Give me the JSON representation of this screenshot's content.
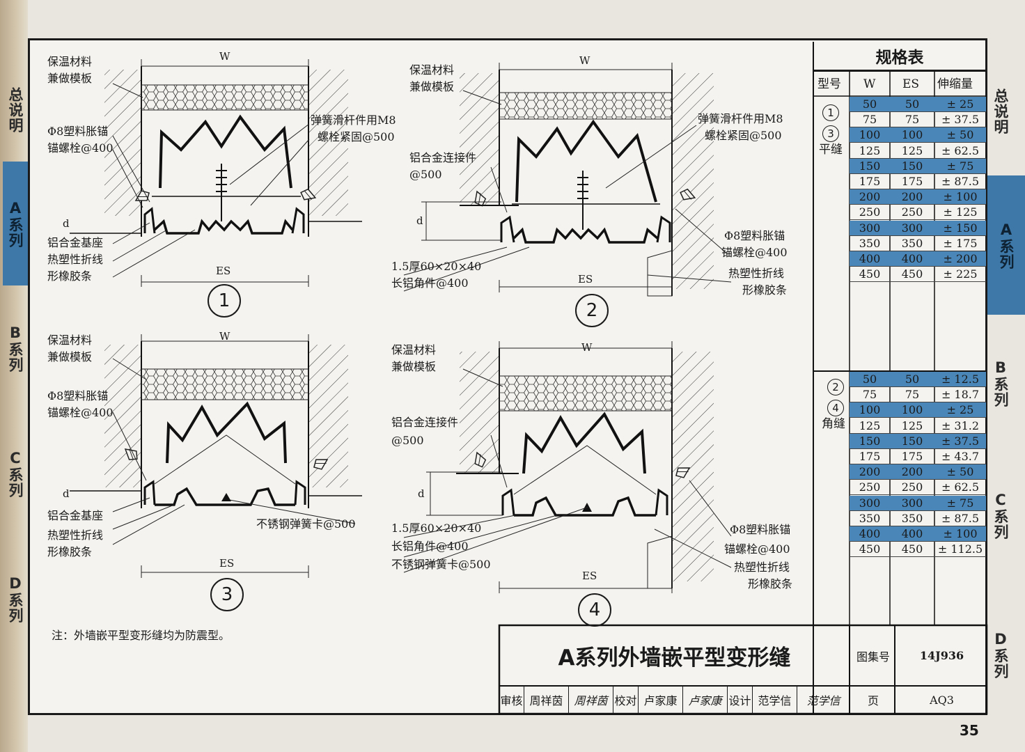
{
  "side_tabs_left": [
    "总说明",
    "A系列",
    "B系列",
    "C系列",
    "D系列"
  ],
  "side_tabs_right": [
    "总说明",
    "A系列",
    "B系列",
    "C系列",
    "D系列"
  ],
  "details": {
    "d1": {
      "num": "1",
      "w": "W",
      "es": "ES",
      "d": "d",
      "labels": [
        "保温材料",
        "兼做模板",
        "Φ8塑料胀锚",
        "锚螺栓@400",
        "铝合金基座",
        "热塑性折线",
        "形橡胶条",
        "弹簧滑杆件用M8",
        "螺栓紧固@500"
      ]
    },
    "d2": {
      "num": "2",
      "w": "W",
      "es": "ES",
      "d": "d",
      "labels": [
        "保温材料",
        "兼做模板",
        "铝合金连接件",
        "@500",
        "1.5厚60×20×40",
        "长铝角件@400",
        "弹簧滑杆件用M8",
        "螺栓紧固@500",
        "Φ8塑料胀锚",
        "锚螺栓@400",
        "热塑性折线",
        "形橡胶条"
      ]
    },
    "d3": {
      "num": "3",
      "w": "W",
      "es": "ES",
      "d": "d",
      "labels": [
        "保温材料",
        "兼做模板",
        "Φ8塑料胀锚",
        "锚螺栓@400",
        "铝合金基座",
        "热塑性折线",
        "形橡胶条",
        "不锈钢弹簧卡@500"
      ]
    },
    "d4": {
      "num": "4",
      "w": "W",
      "es": "ES",
      "d": "d",
      "labels": [
        "保温材料",
        "兼做模板",
        "铝合金连接件",
        "@500",
        "1.5厚60×20×40",
        "长铝角件@400",
        "不锈钢弹簧卡@500",
        "Φ8塑料胀锚",
        "锚螺栓@400",
        "热塑性折线",
        "形橡胶条"
      ]
    }
  },
  "note": "注：外墙嵌平型变形缝均为防震型。",
  "spec_table": {
    "title": "规格表",
    "headers": [
      "型号",
      "W",
      "ES",
      "伸缩量"
    ],
    "group1": {
      "marks": [
        "1",
        "3"
      ],
      "type": "平缝",
      "rows": [
        [
          "50",
          "50",
          "± 25"
        ],
        [
          "75",
          "75",
          "± 37.5"
        ],
        [
          "100",
          "100",
          "± 50"
        ],
        [
          "125",
          "125",
          "± 62.5"
        ],
        [
          "150",
          "150",
          "± 75"
        ],
        [
          "175",
          "175",
          "± 87.5"
        ],
        [
          "200",
          "200",
          "± 100"
        ],
        [
          "250",
          "250",
          "± 125"
        ],
        [
          "300",
          "300",
          "± 150"
        ],
        [
          "350",
          "350",
          "± 175"
        ],
        [
          "400",
          "400",
          "± 200"
        ],
        [
          "450",
          "450",
          "± 225"
        ]
      ]
    },
    "group2": {
      "marks": [
        "2",
        "4"
      ],
      "type": "角缝",
      "rows": [
        [
          "50",
          "50",
          "± 12.5"
        ],
        [
          "75",
          "75",
          "± 18.7"
        ],
        [
          "100",
          "100",
          "± 25"
        ],
        [
          "125",
          "125",
          "± 31.2"
        ],
        [
          "150",
          "150",
          "± 37.5"
        ],
        [
          "175",
          "175",
          "± 43.7"
        ],
        [
          "200",
          "200",
          "± 50"
        ],
        [
          "250",
          "250",
          "± 62.5"
        ],
        [
          "300",
          "300",
          "± 75"
        ],
        [
          "350",
          "350",
          "± 87.5"
        ],
        [
          "400",
          "400",
          "± 100"
        ],
        [
          "450",
          "450",
          "± 112.5"
        ]
      ]
    },
    "highlight_color": "#4a86b8"
  },
  "title_block": {
    "title": "A系列外墙嵌平型变形缝",
    "atlas_label": "图集号",
    "atlas_no": "14J936",
    "page_label": "页",
    "page_code": "AQ3",
    "roles": [
      {
        "role": "审核",
        "name": "周祥茵",
        "sign": "周祥茵"
      },
      {
        "role": "校对",
        "name": "卢家康",
        "sign": "卢家康"
      },
      {
        "role": "设计",
        "name": "范学信",
        "sign": "范学信"
      }
    ]
  },
  "page_number": "35"
}
